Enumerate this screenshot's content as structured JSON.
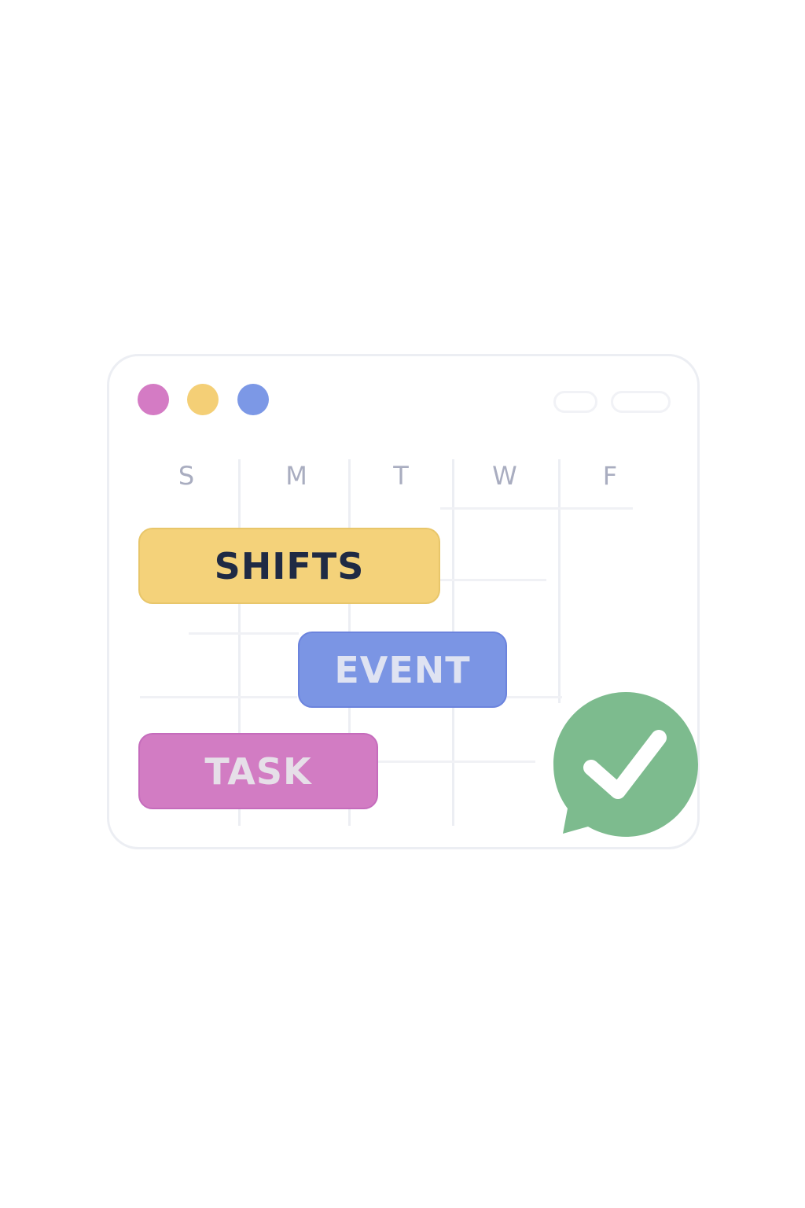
{
  "window": {
    "dots": [
      {
        "name": "magenta",
        "color": "#d47bc4"
      },
      {
        "name": "yellow",
        "color": "#f4cf76"
      },
      {
        "name": "blue",
        "color": "#7c98e6"
      }
    ]
  },
  "calendar": {
    "days": [
      "S",
      "M",
      "T",
      "W",
      "F"
    ]
  },
  "blocks": {
    "shifts": {
      "label": "SHIFTS",
      "color": "#f4d27a",
      "text_color": "#1f2a44"
    },
    "event": {
      "label": "EVENT",
      "color": "#7b95e4",
      "text_color": "#dfe3f2"
    },
    "task": {
      "label": "TASK",
      "color": "#d27cc3",
      "text_color": "#e6dfe8"
    }
  },
  "badge": {
    "icon": "checkmark-chat-bubble-icon",
    "color": "#7dbb8e"
  }
}
